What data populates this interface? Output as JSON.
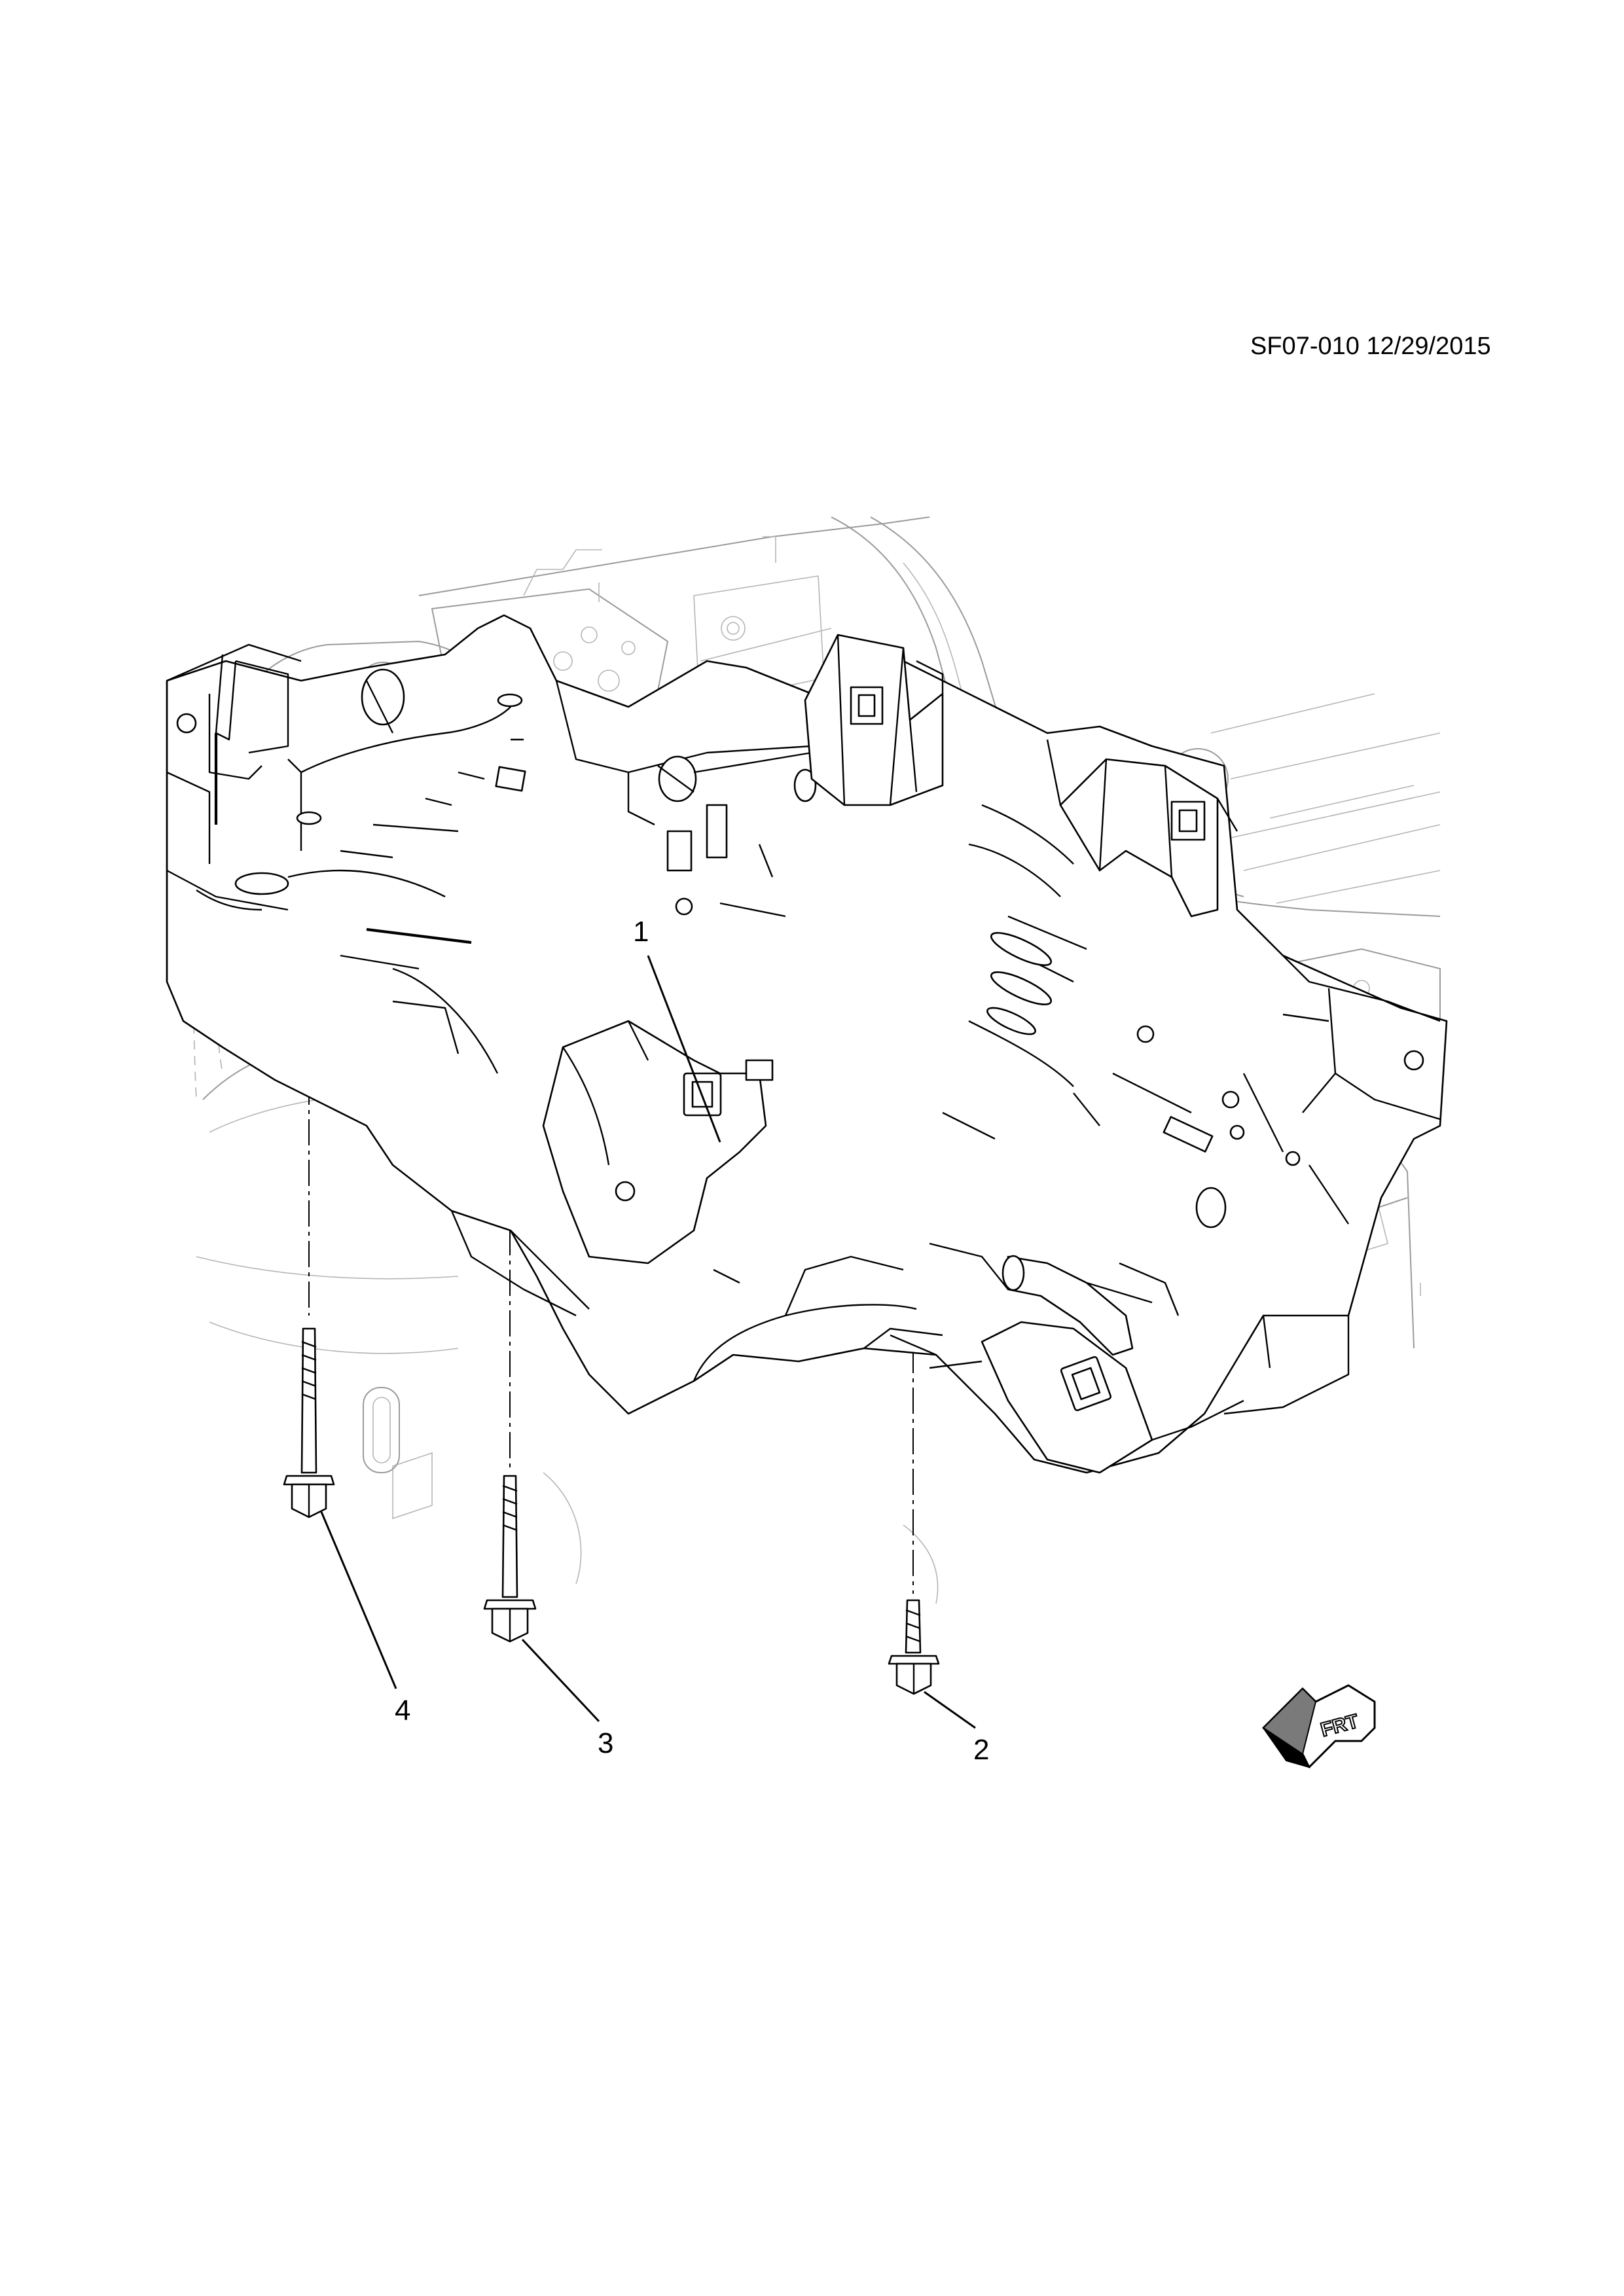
{
  "reference": {
    "code": "SF07-010",
    "date": "12/29/2015"
  },
  "callouts": [
    {
      "id": "callout-1",
      "label": "1"
    },
    {
      "id": "callout-2",
      "label": "2"
    },
    {
      "id": "callout-3",
      "label": "3"
    },
    {
      "id": "callout-4",
      "label": "4"
    }
  ],
  "direction_indicator": {
    "label": "FRT"
  }
}
